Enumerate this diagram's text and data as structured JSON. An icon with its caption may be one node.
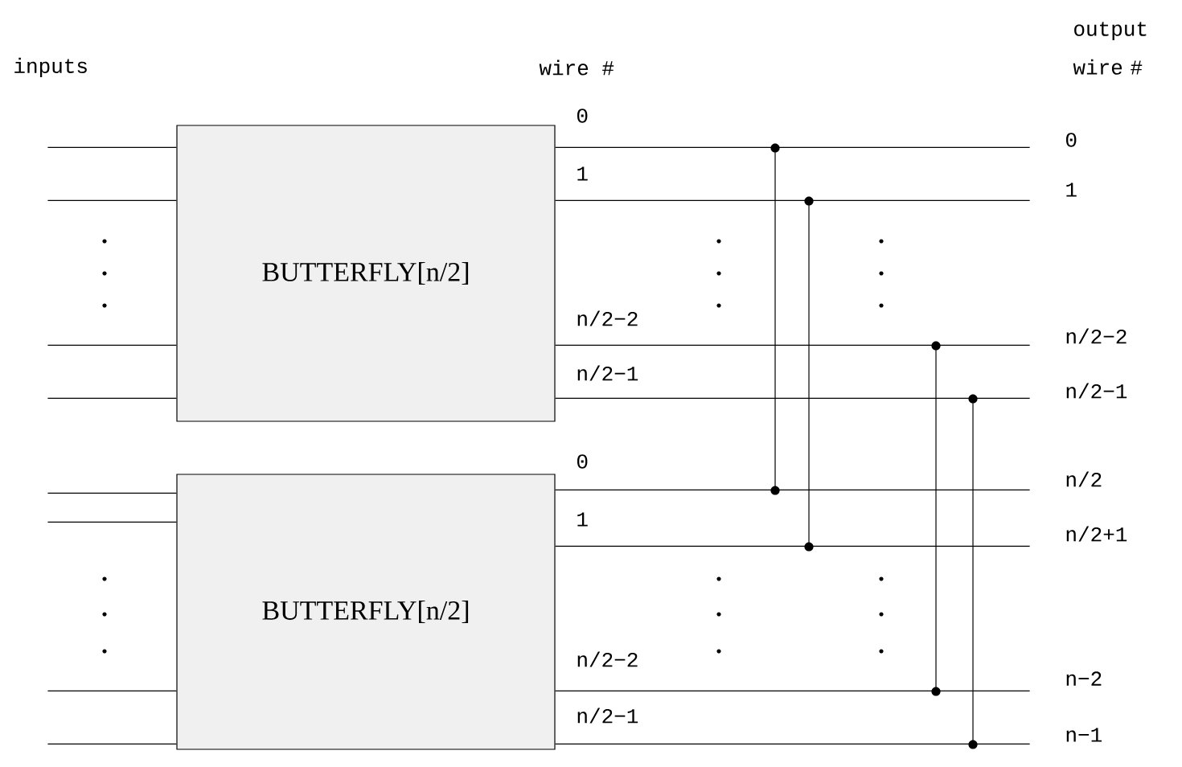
{
  "diagram": {
    "nodes": [
      {
        "text": [
          "BUTTERFLY[n/2]"
        ]
      },
      {
        "text": [
          "BUTTERFLY[n/2]"
        ]
      }
    ],
    "edges": [
      {
        "from": null,
        "to": 0,
        "arrow": "none"
      },
      {
        "from": null,
        "to": 0,
        "arrow": "none"
      },
      {
        "from": null,
        "to": 0,
        "arrow": "none"
      },
      {
        "from": null,
        "to": 0,
        "arrow": "none"
      },
      {
        "from": null,
        "to": 1,
        "arrow": "none"
      },
      {
        "from": null,
        "to": 1,
        "arrow": "none"
      },
      {
        "from": null,
        "to": 1,
        "arrow": "none"
      },
      {
        "from": null,
        "to": 1,
        "arrow": "none"
      },
      {
        "from": 0,
        "to": null,
        "arrow": "none"
      },
      {
        "from": 0,
        "to": null,
        "arrow": "none"
      },
      {
        "from": 0,
        "to": null,
        "arrow": "none"
      },
      {
        "from": 0,
        "to": null,
        "arrow": "none"
      },
      {
        "from": 1,
        "to": null,
        "arrow": "none"
      },
      {
        "from": 1,
        "to": null,
        "arrow": "none"
      },
      {
        "from": 1,
        "to": null,
        "arrow": "none"
      },
      {
        "from": 1,
        "to": null,
        "arrow": "none"
      }
    ],
    "labels": [
      "output wire #",
      "inputs",
      "wire #",
      "0",
      "0",
      "1",
      "1",
      "n/2−2",
      "n/2−2",
      "n/2−1",
      "n/2−1",
      "0",
      "n/2",
      "1",
      "n/2+1",
      "n/2−2",
      "n−2",
      "n/2−1",
      "n−1"
    ]
  }
}
